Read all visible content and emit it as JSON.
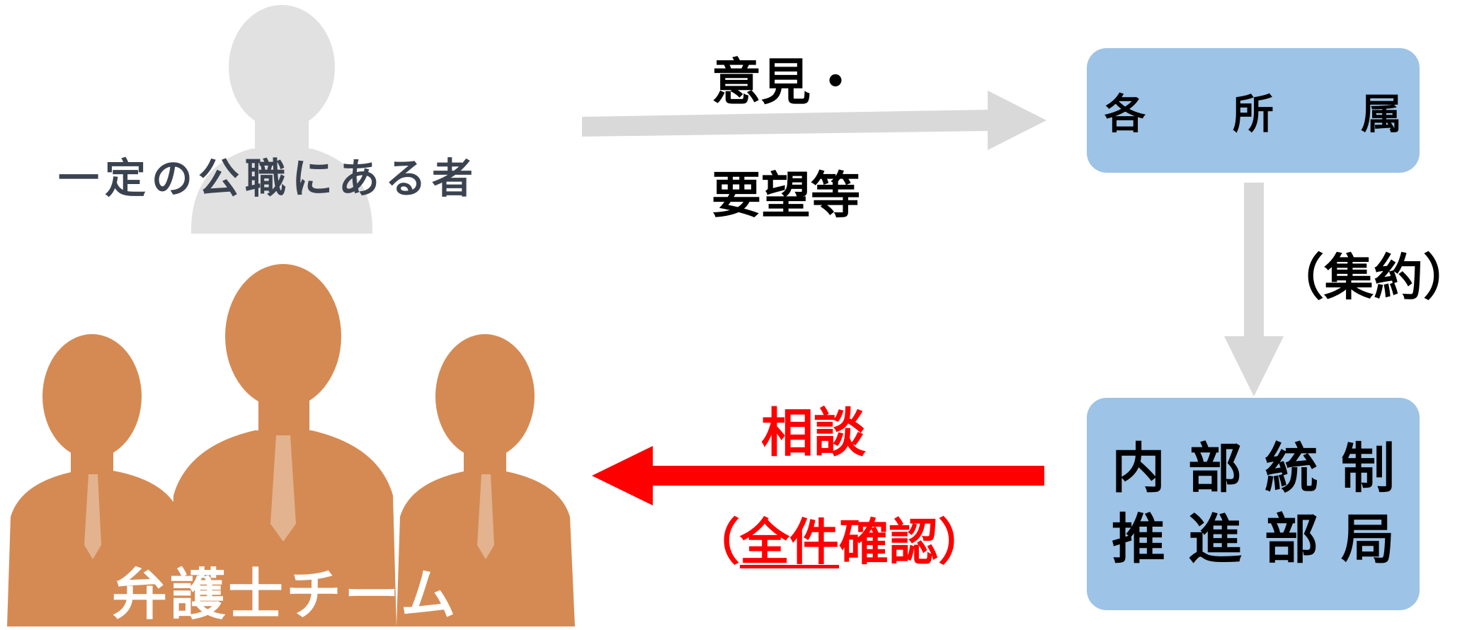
{
  "actor_top": {
    "label": "一定の公職にある者"
  },
  "actor_bottom": {
    "label": "弁護士チーム"
  },
  "box_top": {
    "chars": [
      "各",
      "所",
      "属"
    ]
  },
  "box_bottom": {
    "row1": [
      "内",
      "部",
      "統",
      "制"
    ],
    "row2": [
      "推",
      "進",
      "部",
      "局"
    ]
  },
  "arrow_top": {
    "line1": "意見・",
    "line2": "要望等"
  },
  "arrow_down": {
    "label": "（集約）"
  },
  "arrow_bottom": {
    "label": "相談",
    "sub_open": "（",
    "sub_em": "全件",
    "sub_rest": "確認",
    "sub_close": "）"
  },
  "colors": {
    "box": "#9dc3e6",
    "grey_arrow": "#d9d9d9",
    "red": "#ff0000",
    "team": "#d58a53",
    "person_grey": "#e1e1e1",
    "text_dark": "#3b4250"
  }
}
